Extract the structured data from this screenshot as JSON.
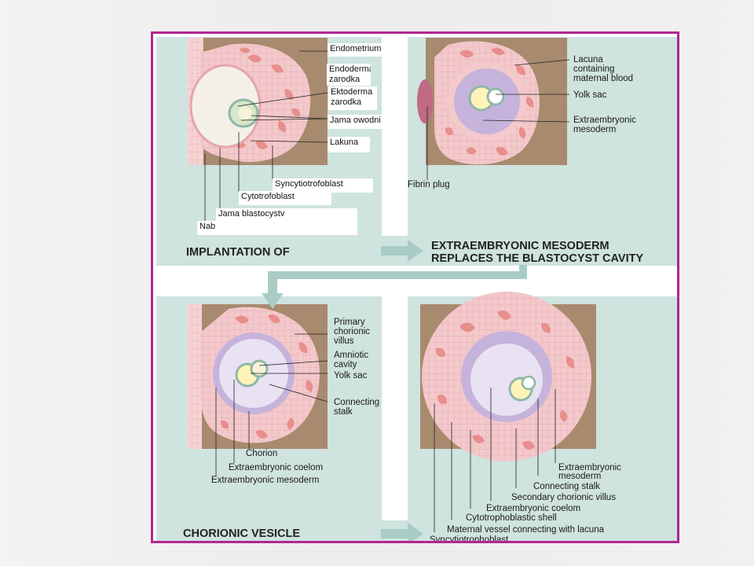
{
  "overlay_labels": {
    "endometrium": "Endometrium",
    "endoderm": "Endoderma zarodka",
    "ectoderm": "Ektoderma zarodka",
    "amniotic": "Jama owodni",
    "lacuna": "Lakuna",
    "syncytio": "Syncytiotrofoblast",
    "cytotro": "Cytotrofoblast",
    "blastocyst": "Jama blastocystv",
    "epithelium": "Nab"
  },
  "panel2_labels": {
    "lacuna1": "Lacuna",
    "lacuna2": "containing",
    "lacuna3": "maternal blood",
    "yolk": "Yolk sac",
    "mesoderm1": "Extraembryonic",
    "mesoderm2": "mesoderm",
    "fibrin": "Fibrin plug"
  },
  "panel3_labels": {
    "primary1": "Primary",
    "primary2": "chorionic",
    "primary3": "villus",
    "amnio1": "Amniotic",
    "amnio2": "cavity",
    "yolk": "Yolk sac",
    "stalk1": "Connecting",
    "stalk2": "stalk",
    "chorion": "Chorion",
    "coelom": "Extraembryonic coelom",
    "mesoderm": "Extraembryonic mesoderm"
  },
  "panel4_labels": {
    "mes1": "Extraembryonic",
    "mes2": "mesoderm",
    "stalk": "Connecting stalk",
    "secondary": "Secondary chorionic villus",
    "coelom": "Extraembryonic coelom",
    "shell": "Cytotrophoblastic shell",
    "vessel": "Maternal vessel connecting with lacuna",
    "syncytio": "Syncytiotrophoblast"
  },
  "captions": {
    "implantation": "IMPLANTATION OF",
    "replaces1": "EXTRAEMBRYONIC MESODERM",
    "replaces2": "REPLACES THE BLASTOCYST CAVITY",
    "vesicle": "CHORIONIC VESICLE"
  },
  "colors": {
    "frame_border": "#b3278f",
    "panel_bg": "#cfe3df",
    "tissue": "#a88a6e",
    "trophoblast": "#f3c9cb",
    "lacuna": "#e88e8c",
    "mesoderm": "#c6b3dc",
    "cavity": "#f4f0e8",
    "yolk": "#fff3b8",
    "arrow": "#a9ccc6"
  }
}
